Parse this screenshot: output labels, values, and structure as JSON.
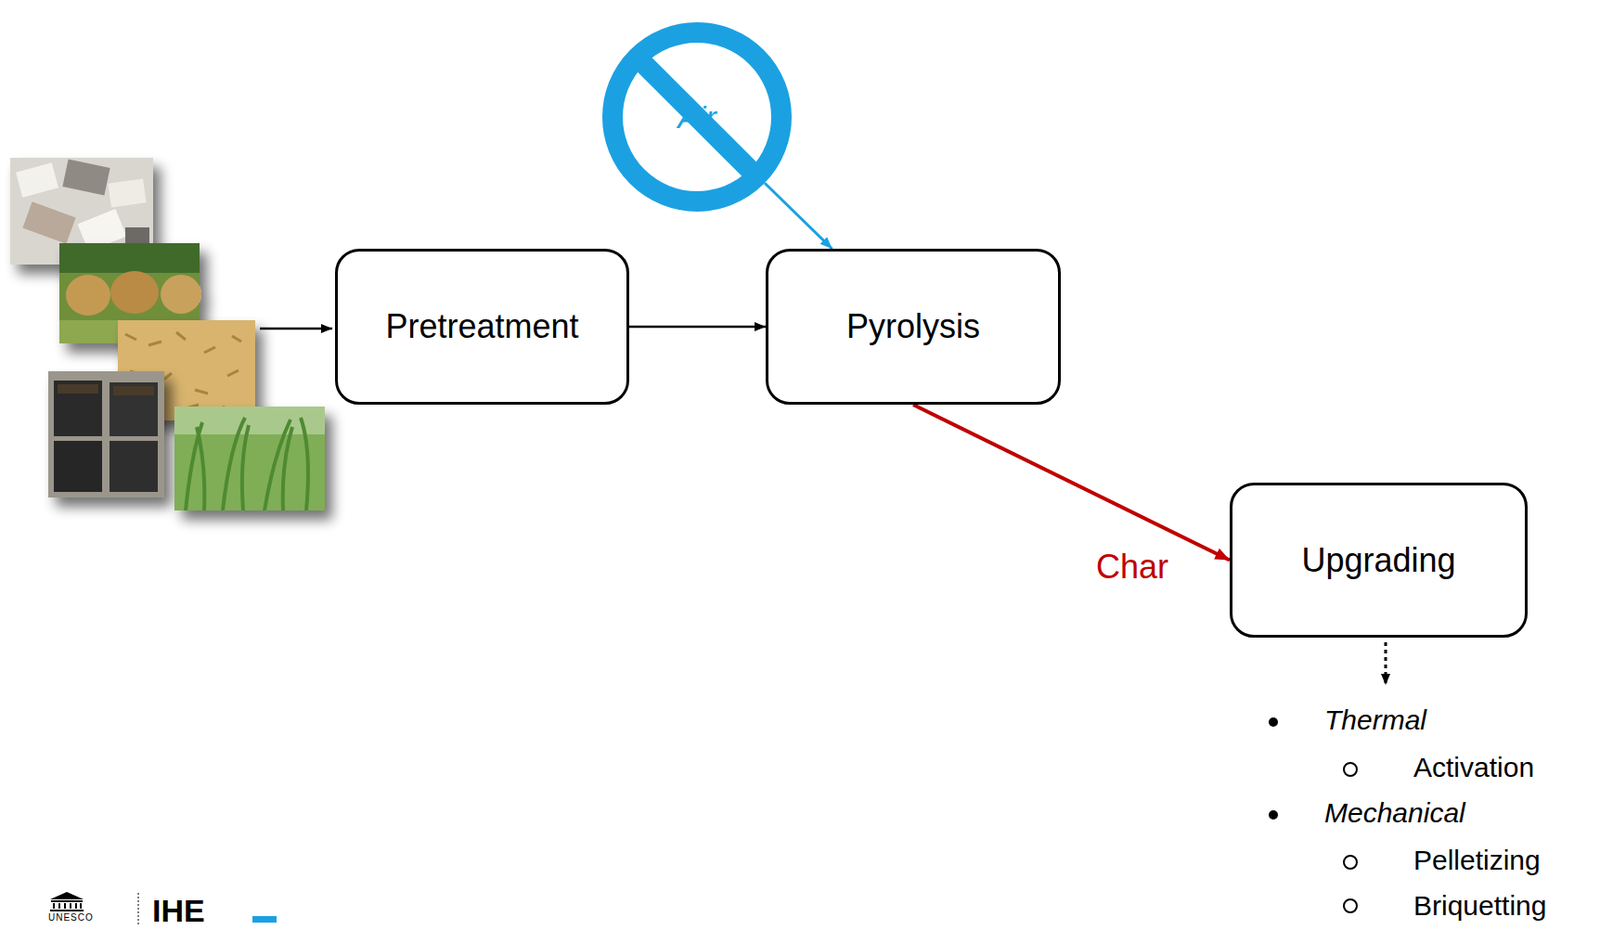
{
  "diagram": {
    "nodes": [
      {
        "text": [
          "Air"
        ]
      },
      {
        "text": [
          "Pretreatment"
        ]
      },
      {
        "text": [
          "Pyrolysis"
        ]
      },
      {
        "text": [
          "Upgrading"
        ]
      }
    ],
    "edges": [
      {
        "from": 1,
        "to": 2,
        "arrow": "to"
      },
      {
        "from": 0,
        "to": 2,
        "arrow": "to"
      },
      {
        "from": 2,
        "to": 3,
        "label": "Char",
        "arrow": "to"
      }
    ],
    "labels": [
      "Thermal",
      "Activation",
      "Mechanical",
      "Pelletizing",
      "Briquetting",
      "UNESCO",
      "IHE"
    ]
  }
}
